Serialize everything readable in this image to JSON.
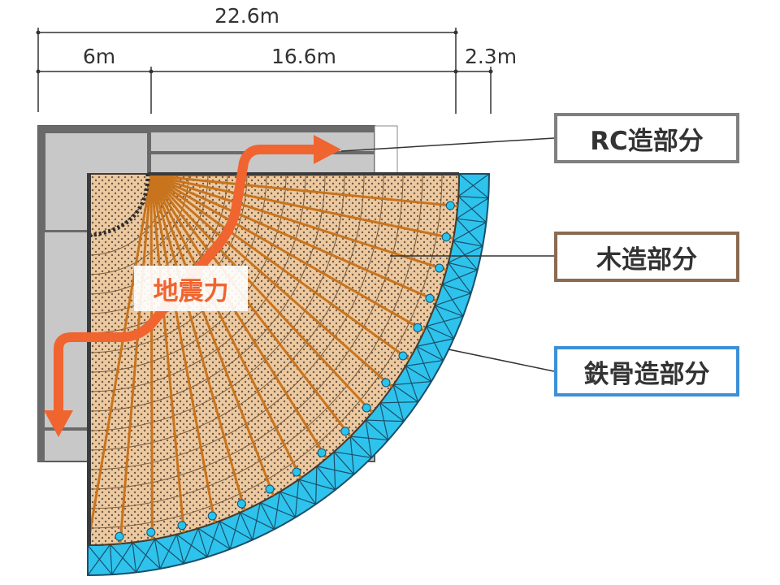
{
  "dimensions": {
    "total": "22.6m",
    "left": "6m",
    "middle": "16.6m",
    "right": "2.3m"
  },
  "labels": {
    "rc": "RC造部分",
    "wood": "木造部分",
    "steel": "鉄骨造部分",
    "force": "地震力"
  },
  "colors": {
    "rc_gray": "#c8c8c8",
    "rc_dark": "#5a5a5a",
    "wood": "#edc9a0",
    "beam": "#c8741e",
    "steel": "#2ec3ec",
    "force_arrow": "#f06430",
    "node": "#29c4ee"
  }
}
